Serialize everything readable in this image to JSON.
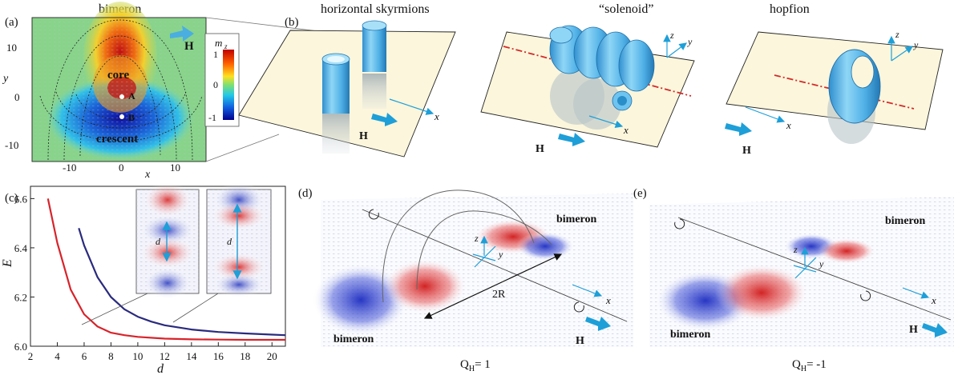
{
  "panels": {
    "a": {
      "label": "(a)",
      "title": "bimeron",
      "field_label": "H",
      "ylabel": "y",
      "xlabel": "x",
      "yticks": [
        "10",
        "0",
        "-10"
      ],
      "xticks": [
        "-10",
        "0",
        "10"
      ],
      "core_label": "core",
      "crescent_label": "crescent",
      "point_a": "A",
      "point_b": "B",
      "colorbar_label": "m",
      "colorbar_sub": "z",
      "colorbar_ticks": [
        "1",
        "0",
        "-1"
      ]
    },
    "b": {
      "label": "(b)",
      "titles": [
        "horizontal skyrmions",
        "“solenoid”",
        "hopfion"
      ],
      "field_label": "H",
      "axis_x": "x",
      "axis_y": "y",
      "axis_z": "z"
    },
    "c": {
      "label": "(c)",
      "inset_label": "d"
    },
    "d": {
      "label": "(d)",
      "bimeron_top": "bimeron",
      "bimeron_bottom": "bimeron",
      "distance_label": "2R",
      "field_label": "H",
      "axis_x": "x",
      "axis_y": "y",
      "axis_z": "z",
      "caption": "Q",
      "caption_sub": "H",
      "caption_value": "= 1"
    },
    "e": {
      "label": "(e)",
      "bimeron_top": "bimeron",
      "bimeron_bottom": "bimeron",
      "field_label": "H",
      "axis_x": "x",
      "axis_y": "y",
      "axis_z": "z",
      "caption": "Q",
      "caption_sub": "H",
      "caption_value": "= -1"
    }
  },
  "colors": {
    "skyrmion_blue": "#5bb8ec",
    "axis_blue": "#1e9fd8",
    "plane": "#fbf6dc",
    "red_line": "#d42a2a",
    "curve_red": "#d8232a",
    "curve_navy": "#2a2a7e"
  },
  "chart_data": {
    "type": "line",
    "xlabel": "d",
    "ylabel": "E",
    "xlim": [
      2,
      21
    ],
    "ylim": [
      6.0,
      6.65
    ],
    "xticks": [
      2,
      4,
      6,
      8,
      10,
      12,
      14,
      16,
      18,
      20
    ],
    "yticks": [
      6.0,
      6.2,
      6.4,
      6.6
    ],
    "series": [
      {
        "color": "#d8232a",
        "x": [
          3.3,
          4,
          5,
          6,
          7,
          8,
          9,
          10,
          12,
          14,
          16,
          18,
          20,
          21
        ],
        "y": [
          6.6,
          6.42,
          6.23,
          6.13,
          6.08,
          6.055,
          6.045,
          6.038,
          6.031,
          6.028,
          6.027,
          6.026,
          6.026,
          6.026
        ]
      },
      {
        "color": "#2a2a7e",
        "x": [
          5.6,
          6,
          7,
          8,
          9,
          10,
          11,
          12,
          14,
          16,
          18,
          20,
          21
        ],
        "y": [
          6.48,
          6.41,
          6.28,
          6.2,
          6.15,
          6.12,
          6.1,
          6.085,
          6.068,
          6.058,
          6.052,
          6.047,
          6.045
        ]
      }
    ]
  }
}
